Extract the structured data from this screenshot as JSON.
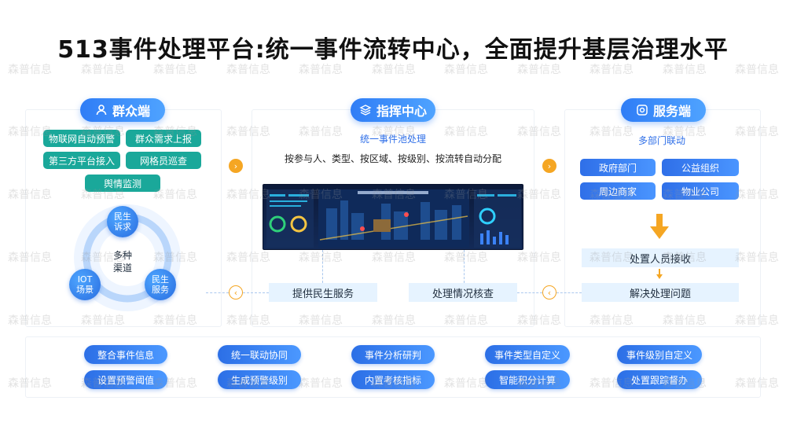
{
  "title": "513事件处理平台:统一事件流转中心，全面提升基层治理水平",
  "watermark": "森普信息",
  "colors": {
    "primary": "#2f7df6",
    "teal": "#1aa89a",
    "orange": "#f5a623",
    "light_bar": "#e6f3ff"
  },
  "left": {
    "header": "群众端",
    "header_icon": "user-icon",
    "tags": [
      "物联网自动预警",
      "群众需求上报",
      "第三方平台接入",
      "网格员巡查",
      "舆情监测"
    ],
    "center": "多种\n渠道",
    "nodes": [
      "民生\n诉求",
      "IOT\n场景",
      "民生\n服务"
    ]
  },
  "middle": {
    "header": "指挥中心",
    "header_icon": "layers-icon",
    "subtitle": "统一事件池处理",
    "desc": "按参与人、类型、按区域、按级别、按流转自动分配",
    "boxes": [
      "提供民生服务",
      "处理情况核查"
    ]
  },
  "right": {
    "header": "服务端",
    "header_icon": "settings-icon",
    "subtitle": "多部门联动",
    "tags": [
      "政府部门",
      "公益组织",
      "周边商家",
      "物业公司"
    ],
    "boxes": [
      "处置人员接收",
      "解决处理问题"
    ]
  },
  "bottom": {
    "row1": [
      "整合事件信息",
      "统一联动协同",
      "事件分析研判",
      "事件类型自定义",
      "事件级别自定义"
    ],
    "row2": [
      "设置预警阈值",
      "生成预警级别",
      "内置考核指标",
      "智能积分计算",
      "处置跟踪督办"
    ]
  }
}
